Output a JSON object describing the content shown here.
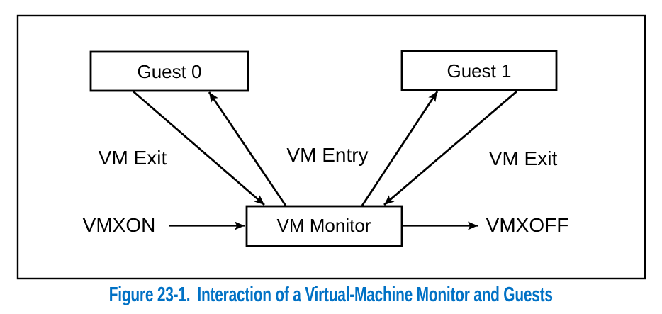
{
  "figure": {
    "nodes": {
      "guest0": {
        "label": "Guest 0"
      },
      "guest1": {
        "label": "Guest 1"
      },
      "monitor": {
        "label": "VM Monitor"
      }
    },
    "edge_labels": {
      "vm_exit_left": "VM Exit",
      "vm_entry": "VM Entry",
      "vm_exit_right": "VM Exit",
      "vmxon": "VMXON",
      "vmxoff": "VMXOFF"
    },
    "edges": [
      {
        "from": "guest0",
        "to": "monitor",
        "meaning": "VM Exit"
      },
      {
        "from": "monitor",
        "to": "guest0",
        "meaning": "VM Entry"
      },
      {
        "from": "monitor",
        "to": "guest1",
        "meaning": "VM Entry"
      },
      {
        "from": "guest1",
        "to": "monitor",
        "meaning": "VM Exit"
      },
      {
        "from": "VMXON",
        "to": "monitor",
        "meaning": "enter VMX operation"
      },
      {
        "from": "monitor",
        "to": "VMXOFF",
        "meaning": "leave VMX operation"
      }
    ],
    "colors": {
      "line": "#000000",
      "caption": "#0071c5",
      "background": "#ffffff"
    }
  },
  "caption": {
    "label": "Figure 23-1.",
    "title": "Interaction of a Virtual-Machine Monitor and Guests"
  }
}
